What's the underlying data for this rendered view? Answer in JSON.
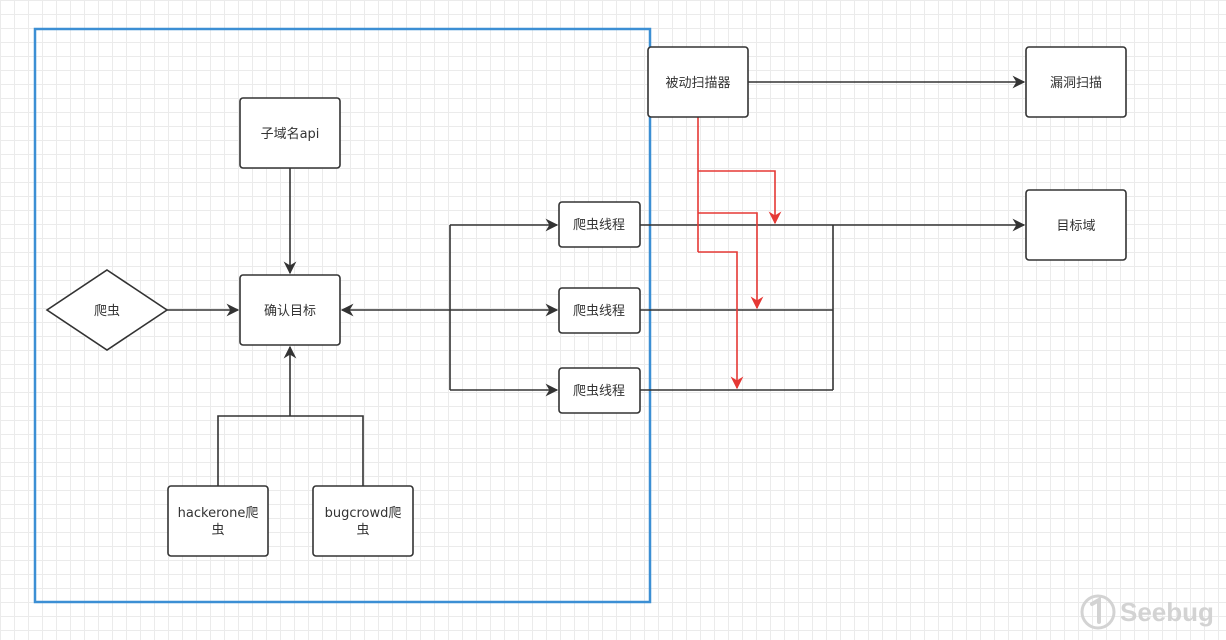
{
  "nodes": {
    "subdomain_api": "子域名api",
    "crawler": "爬虫",
    "confirm_target": "确认目标",
    "hackerone_line1": "hackerone爬",
    "hackerone_line2": "虫",
    "bugcrowd_line1": "bugcrowd爬",
    "bugcrowd_line2": "虫",
    "crawler_thread_1": "爬虫线程",
    "crawler_thread_2": "爬虫线程",
    "crawler_thread_3": "爬虫线程",
    "passive_scanner": "被动扫描器",
    "vuln_scan": "漏洞扫描",
    "target_domain": "目标域"
  },
  "watermark": "Seebug",
  "colors": {
    "group_border": "#3c8fd4",
    "edge": "#333333",
    "highlight_edge": "#e53935",
    "node_border": "#333333"
  }
}
